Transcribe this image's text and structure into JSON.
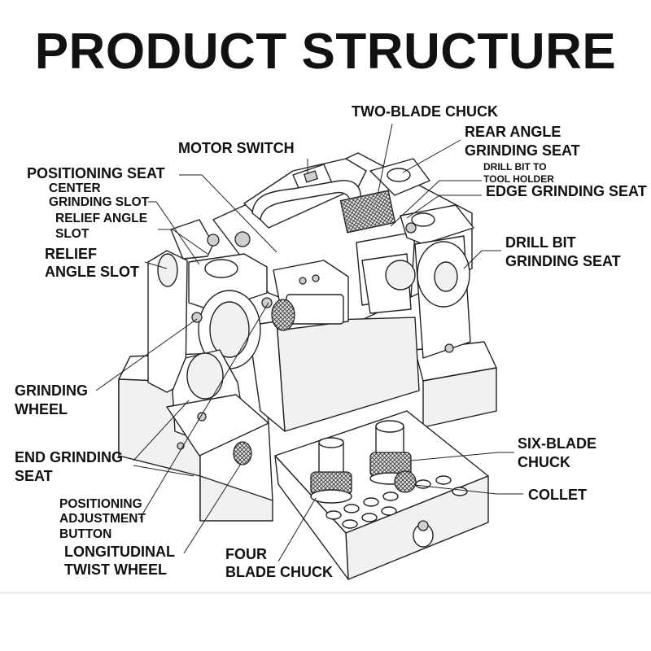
{
  "title": "PRODUCT STRUCTURE",
  "labels": {
    "two_blade_chuck": "TWO-BLADE CHUCK",
    "rear_angle_1": "REAR ANGLE",
    "rear_angle_2": "GRINDING SEAT",
    "motor_switch": "MOTOR SWITCH",
    "positioning_seat": "POSITIONING SEAT",
    "drill_bit_holder_1": "DRILL BIT TO",
    "drill_bit_holder_2": "TOOL HOLDER",
    "center_slot_1": "CENTER",
    "center_slot_2": "GRINDING SLOT",
    "edge_grinding_seat": "EDGE GRINDING SEAT",
    "relief_slot_small_1": "RELIEF ANGLE",
    "relief_slot_small_2": "SLOT",
    "drill_bit_seat_1": "DRILL BIT",
    "drill_bit_seat_2": "GRINDING SEAT",
    "relief_slot_1": "RELIEF",
    "relief_slot_2": "ANGLE SLOT",
    "grinding_wheel_1": "GRINDING",
    "grinding_wheel_2": "WHEEL",
    "six_blade_1": "SIX-BLADE",
    "six_blade_2": "CHUCK",
    "end_seat_1": "END GRINDING",
    "end_seat_2": "SEAT",
    "collet": "COLLET",
    "pos_button_1": "POSITIONING",
    "pos_button_2": "ADJUSTMENT",
    "pos_button_3": "BUTTON",
    "twist_wheel_1": "LONGITUDINAL",
    "twist_wheel_2": "TWIST WHEEL",
    "four_blade_1": "FOUR",
    "four_blade_2": "BLADE CHUCK"
  }
}
